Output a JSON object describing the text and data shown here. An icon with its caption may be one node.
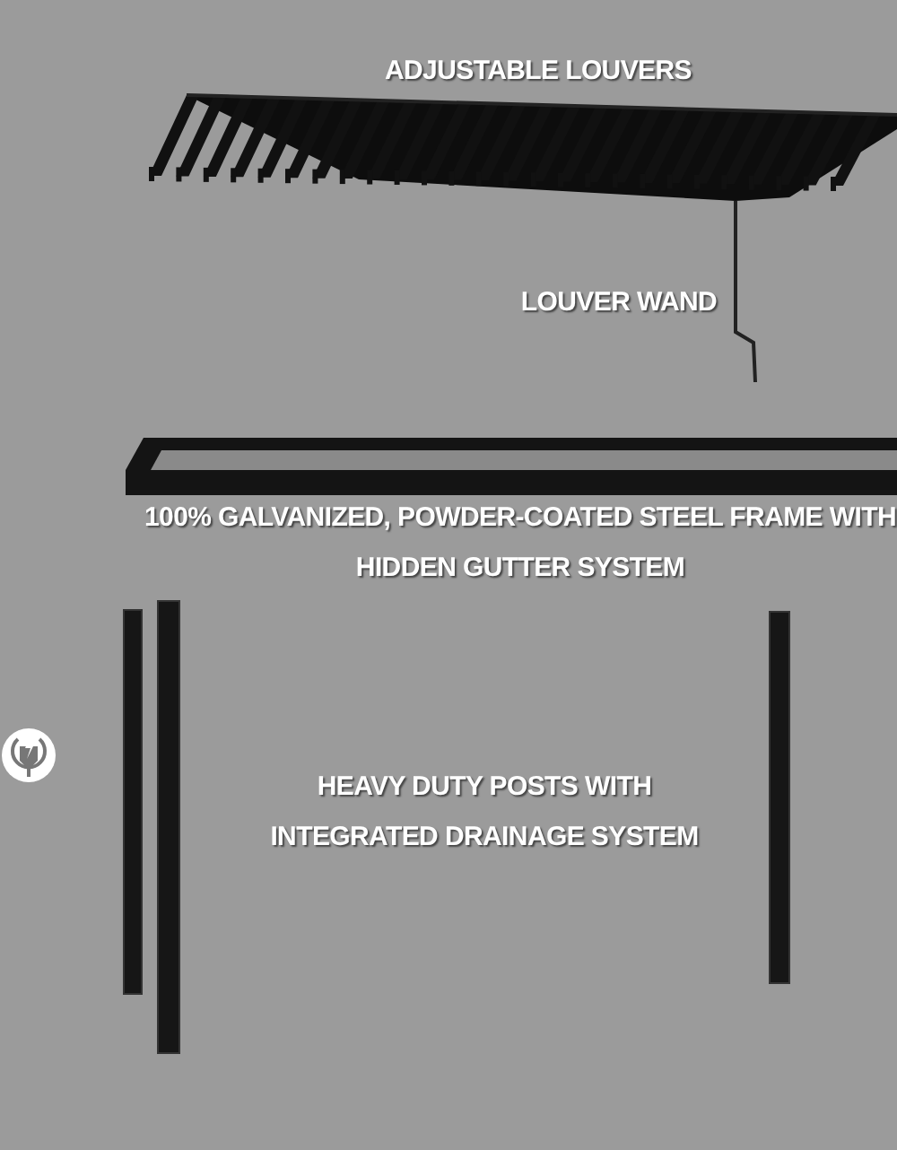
{
  "diagram": {
    "labels": [
      "ADJUSTABLE LOUVERS",
      "LOUVER WAND",
      "100% GALVANIZED, POWDER-COATED STEEL FRAME WITH HIDDEN GUTTER SYSTEM",
      "HEAVY DUTY POSTS WITH INTEGRATED DRAINAGE SYSTEM"
    ]
  }
}
